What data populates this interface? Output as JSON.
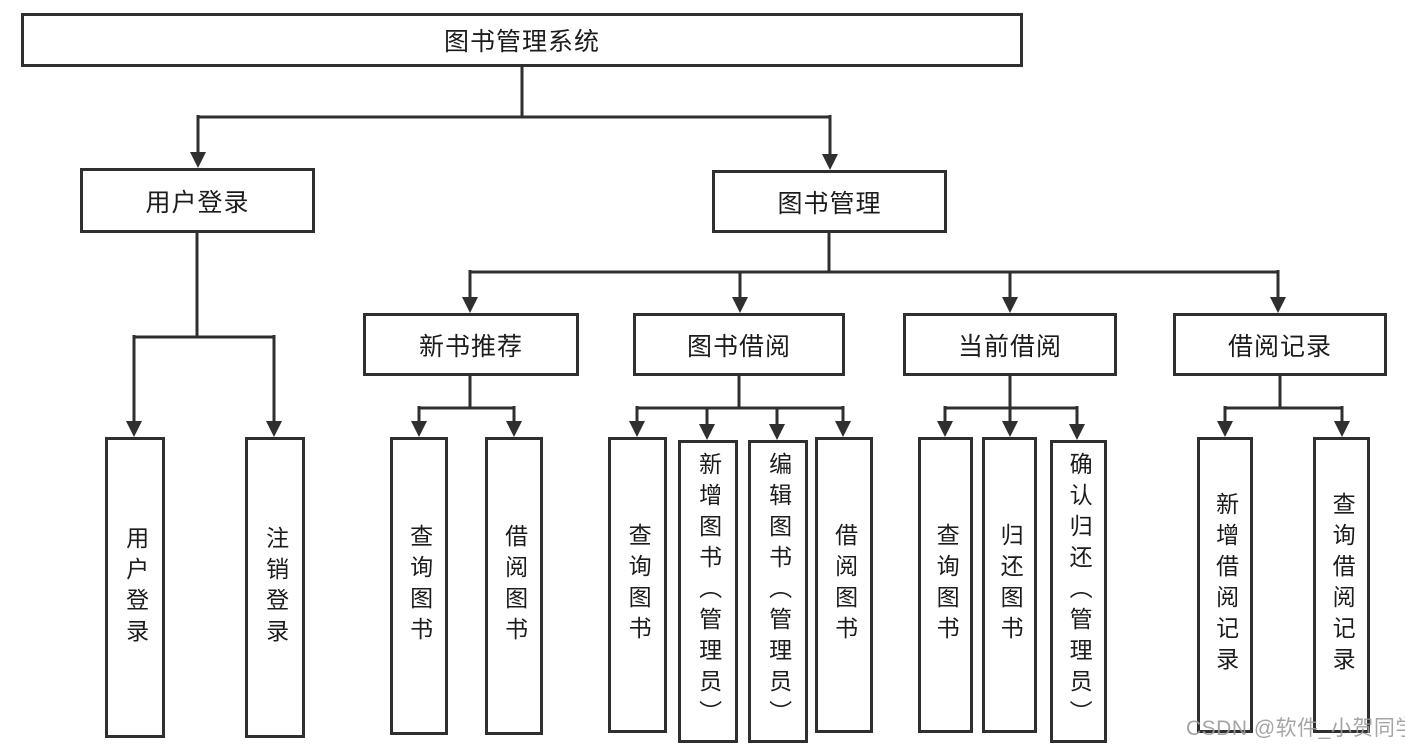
{
  "diagram": {
    "root": {
      "label": "图书管理系统"
    },
    "level1": {
      "user_login": {
        "label": "用户登录",
        "children": {
          "login": {
            "label": "用户登录"
          },
          "logout": {
            "label": "注销登录"
          }
        }
      },
      "book_mgmt": {
        "label": "图书管理",
        "children": {
          "new_book_rec": {
            "label": "新书推荐",
            "children": {
              "query_books": {
                "label": "查询图书"
              },
              "borrow_books": {
                "label": "借阅图书"
              }
            }
          },
          "book_borrow": {
            "label": "图书借阅",
            "children": {
              "query_books": {
                "label": "查询图书"
              },
              "add_books": {
                "label": "新增图书（管理员）"
              },
              "edit_books": {
                "label": "编辑图书（管理员）"
              },
              "borrow_books": {
                "label": "借阅图书"
              }
            }
          },
          "current_borrow": {
            "label": "当前借阅",
            "children": {
              "query_books": {
                "label": "查询图书"
              },
              "return_books": {
                "label": "归还图书"
              },
              "confirm_return": {
                "label": "确认归还（管理员）"
              }
            }
          },
          "borrow_records": {
            "label": "借阅记录",
            "children": {
              "add_record": {
                "label": "新增借阅记录"
              },
              "query_record": {
                "label": "查询借阅记录"
              }
            }
          }
        }
      }
    }
  },
  "watermark": {
    "text": "CSDN @软件_小贺同学"
  },
  "colors": {
    "border": "#2f2f2f",
    "line": "#2f2f2f",
    "text": "#1c1c1c",
    "background": "#ffffff",
    "watermark": "#9c9c9c"
  }
}
